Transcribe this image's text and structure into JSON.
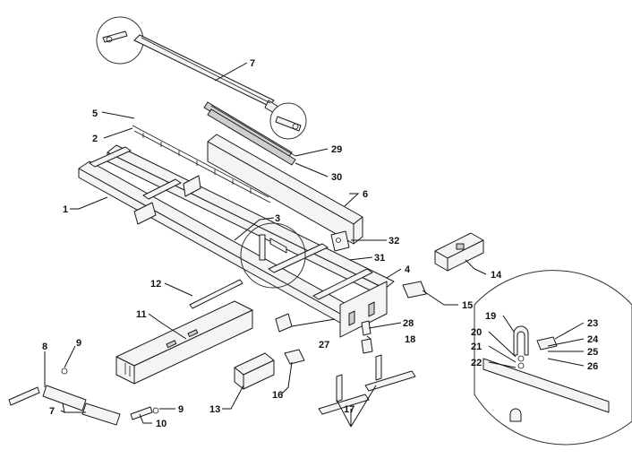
{
  "callouts": {
    "c1": "1",
    "c2": "2",
    "c3": "3",
    "c4": "4",
    "c5": "5",
    "c6": "6",
    "c7_top": "7",
    "c7_bottom": "7",
    "c8": "8",
    "c9_top": "9",
    "c9_bottom": "9",
    "c10": "10",
    "c11": "11",
    "c12": "12",
    "c13": "13",
    "c14": "14",
    "c15": "15",
    "c16": "16",
    "c17": "17",
    "c18": "18",
    "c19": "19",
    "c20": "20",
    "c21": "21",
    "c22": "22",
    "c23": "23",
    "c24": "24",
    "c25": "25",
    "c26": "26",
    "c27": "27",
    "c28": "28",
    "c29": "29",
    "c30": "30",
    "c31": "31",
    "c32": "32"
  }
}
